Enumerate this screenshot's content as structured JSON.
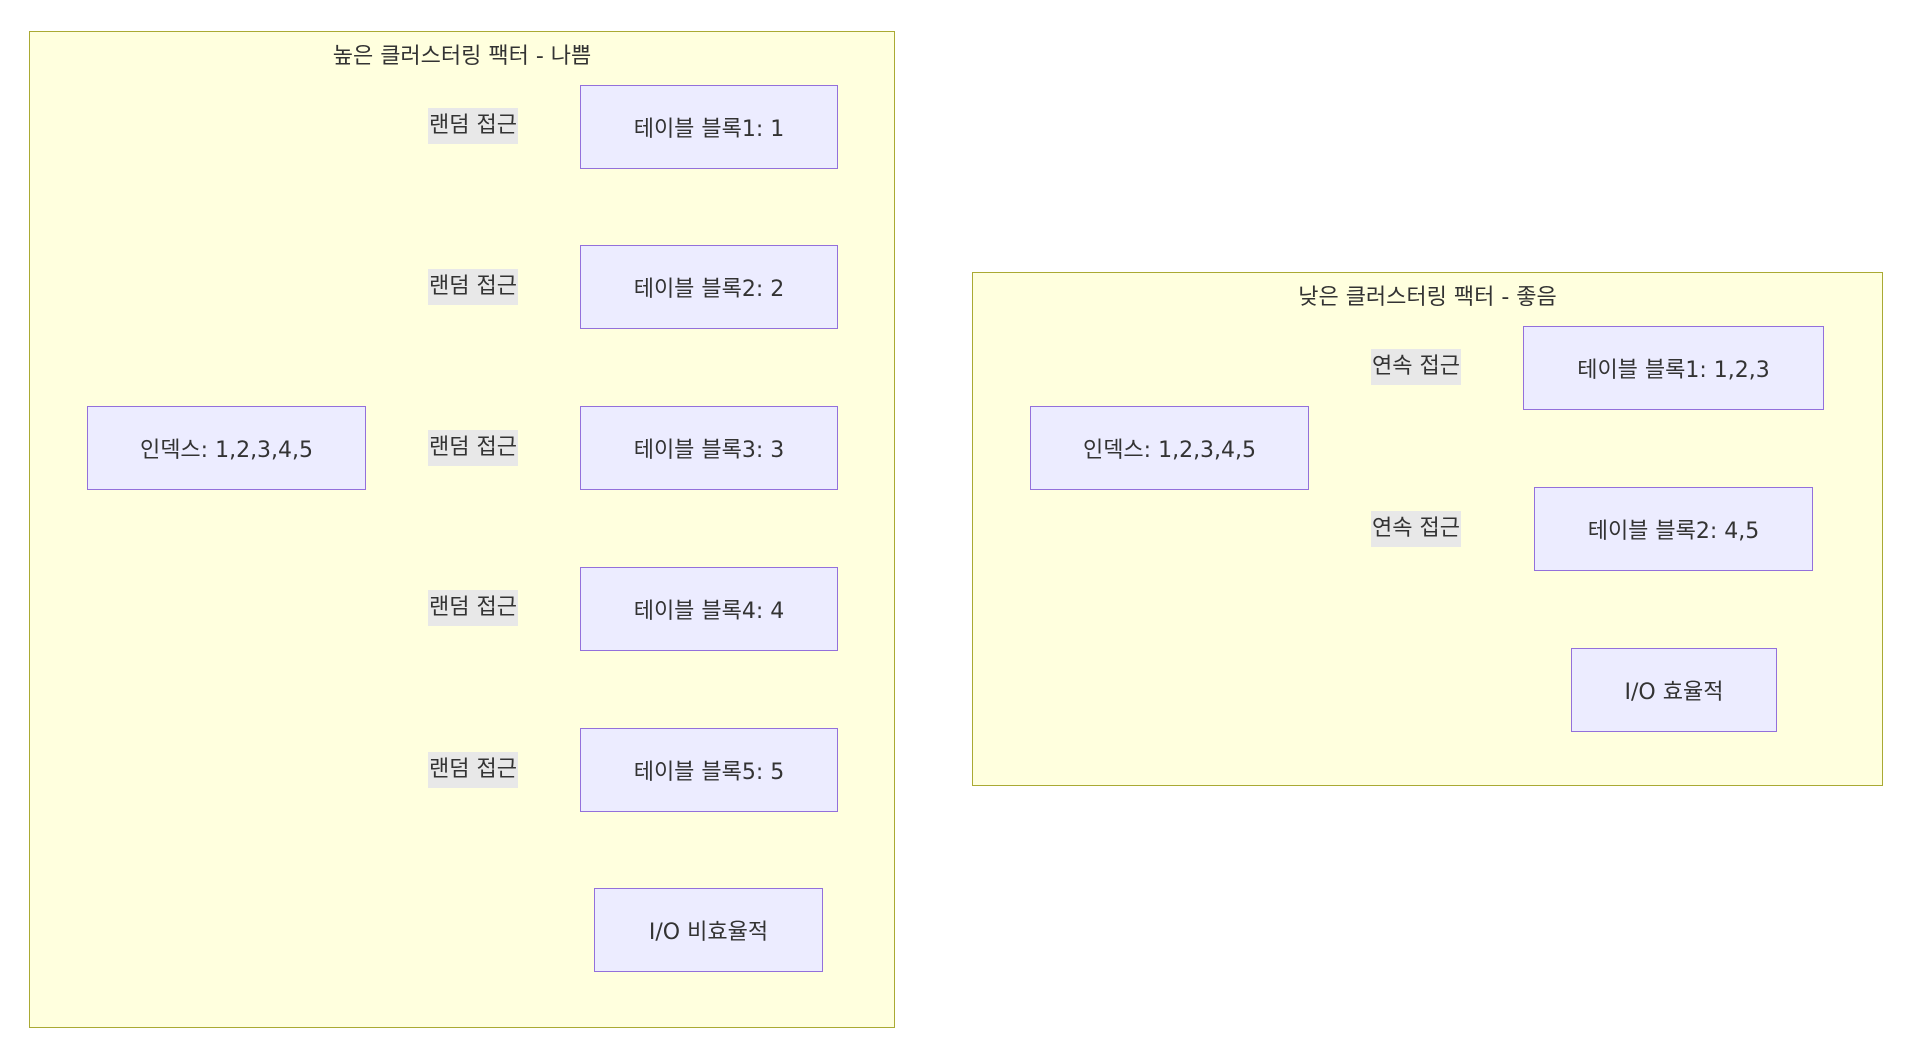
{
  "colors": {
    "cluster_fill": "#ffffde",
    "cluster_border": "#aaaa33",
    "node_fill": "#ececff",
    "node_border": "#9370db",
    "edge": "#333333",
    "edge_label_bg": "#e8e8e8"
  },
  "high_clustering": {
    "title": "높은 클러스터링 팩터 - 나쁨",
    "index_node": "인덱스: 1,2,3,4,5",
    "blocks": [
      "테이블 블록1: 1",
      "테이블 블록2: 2",
      "테이블 블록3: 3",
      "테이블 블록4: 4",
      "테이블 블록5: 5"
    ],
    "edge_labels": [
      "랜덤 접근",
      "랜덤 접근",
      "랜덤 접근",
      "랜덤 접근",
      "랜덤 접근"
    ],
    "result_node": "I/O 비효율적"
  },
  "low_clustering": {
    "title": "낮은 클러스터링 팩터 - 좋음",
    "index_node": "인덱스: 1,2,3,4,5",
    "blocks": [
      "테이블 블록1: 1,2,3",
      "테이블 블록2: 4,5"
    ],
    "edge_labels": [
      "연속 접근",
      "연속 접근"
    ],
    "result_node": "I/O 효율적"
  }
}
